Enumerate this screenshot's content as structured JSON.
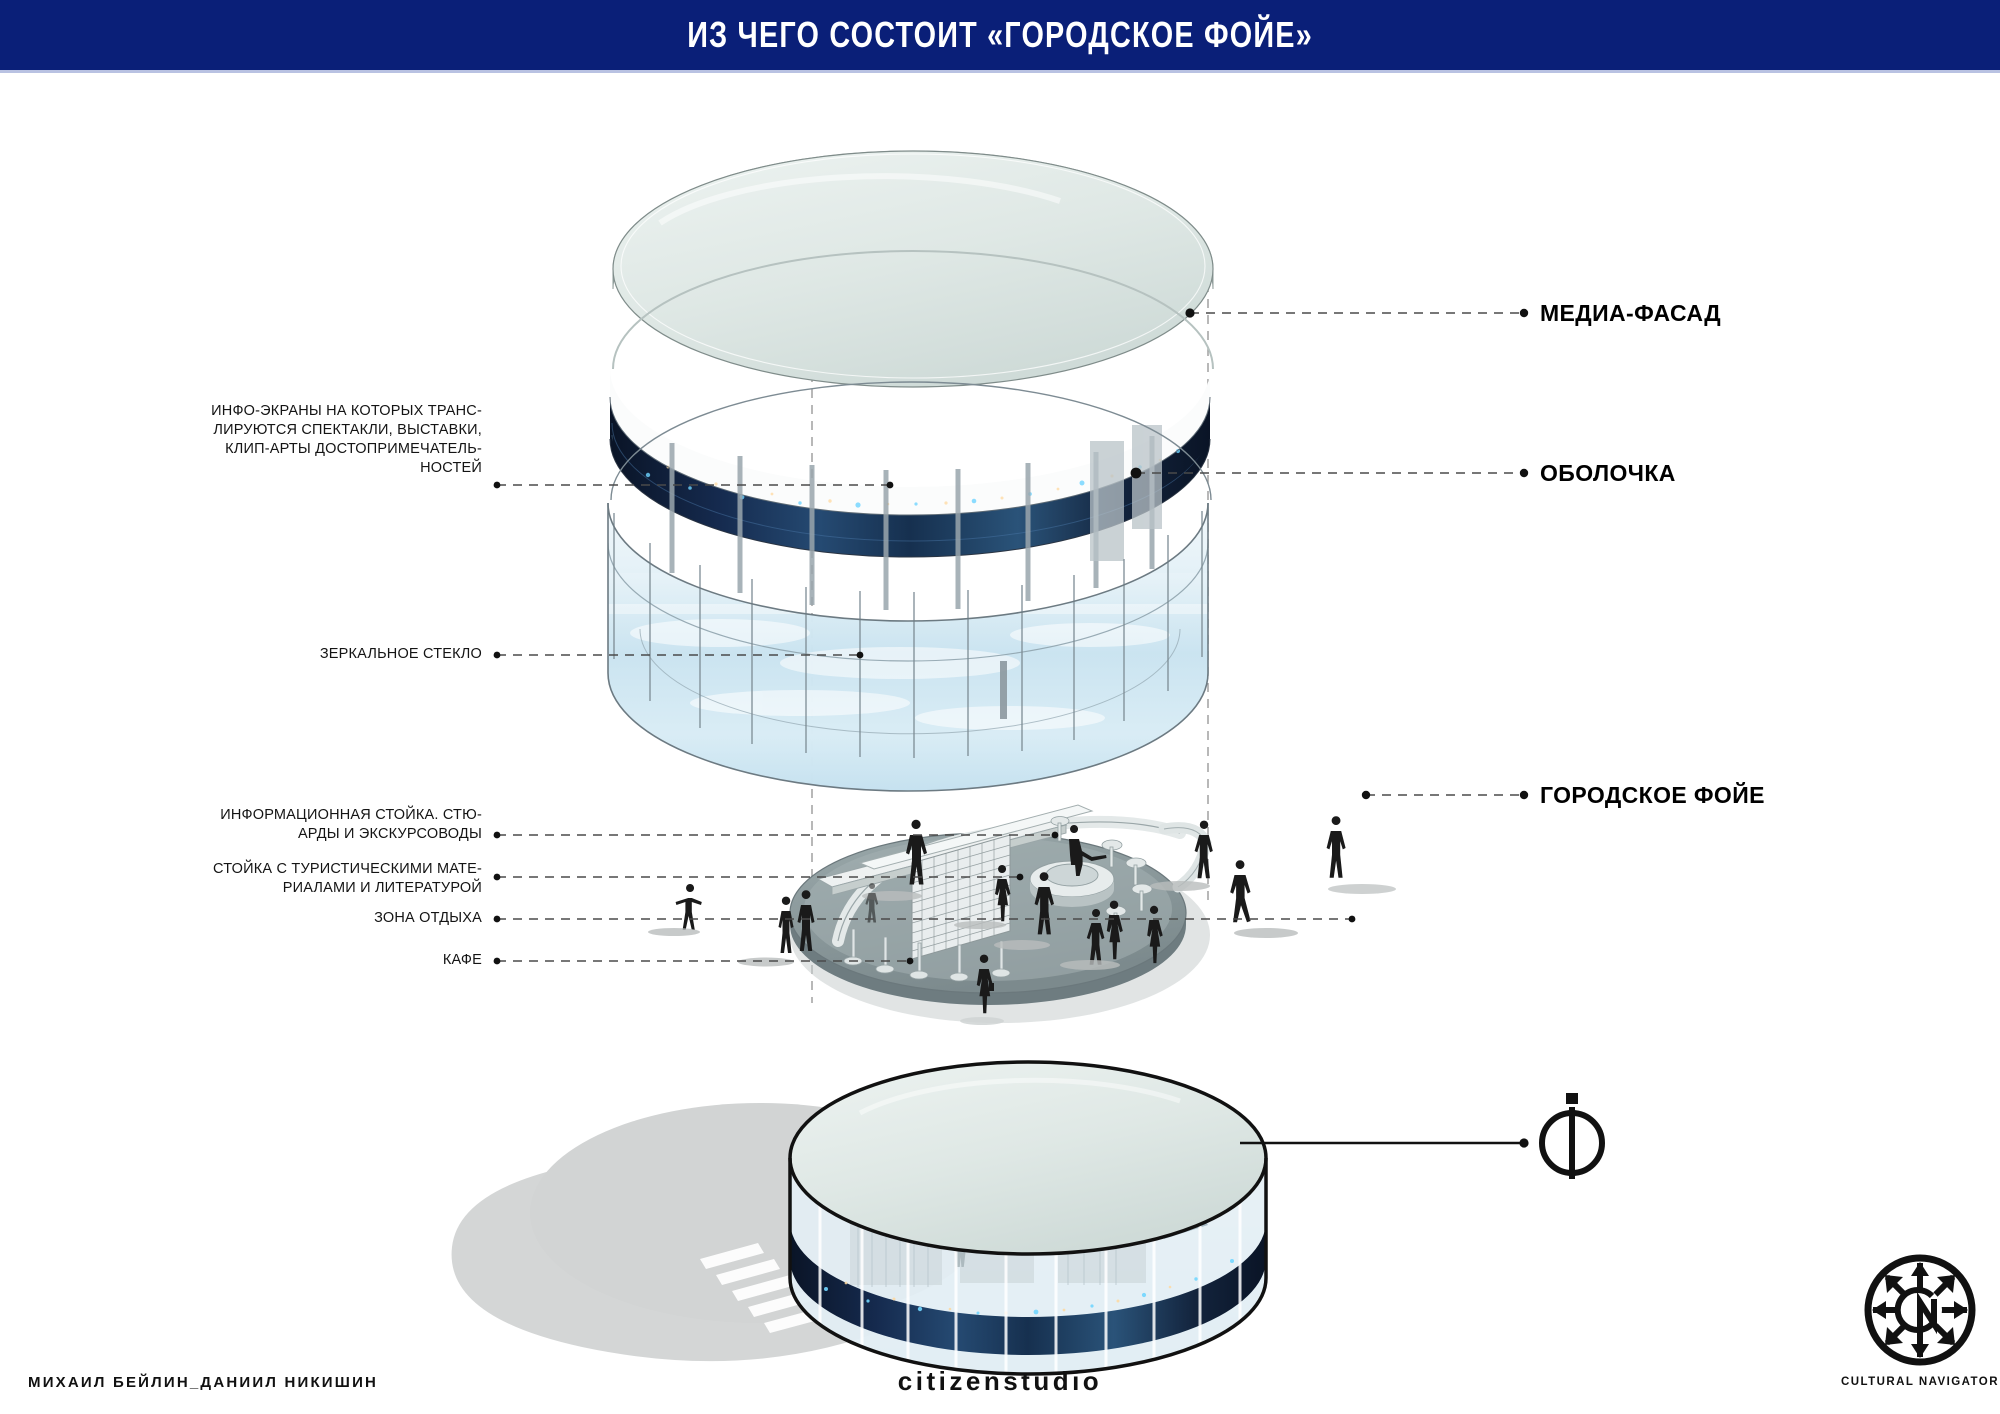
{
  "header": {
    "title": "ИЗ ЧЕГО СОСТОИТ «ГОРОДСКОЕ ФОЙЕ»",
    "bar_color": "#0a1f78",
    "title_color": "#ffffff"
  },
  "labels_left": [
    {
      "id": "info-screens",
      "text": "ИНФО-ЭКРАНЫ НА КОТОРЫХ ТРАНС-\nЛИРУЮТСЯ СПЕКТАКЛИ, ВЫСТАВКИ,\nКЛИП-АРТЫ ДОСТОПРИМЕЧАТЕЛЬ-\nНОСТЕЙ"
    },
    {
      "id": "mirror-glass",
      "text": "ЗЕРКАЛЬНОЕ СТЕКЛО"
    },
    {
      "id": "info-desk",
      "text": "ИНФОРМАЦИОННАЯ СТОЙКА. СТЮ-\nАРДЫ И ЭКСКУРСОВОДЫ"
    },
    {
      "id": "tourist-desk",
      "text": "СТОЙКА С ТУРИСТИЧЕСКИМИ МАТЕ-\nРИАЛАМИ И ЛИТЕРАТУРОЙ"
    },
    {
      "id": "rest-zone",
      "text": "ЗОНА ОТДЫХА"
    },
    {
      "id": "cafe",
      "text": "КАФЕ"
    }
  ],
  "labels_right": [
    {
      "id": "media-facade",
      "text": "МЕДИА-ФАСАД"
    },
    {
      "id": "shell",
      "text": "ОБОЛОЧКА"
    },
    {
      "id": "city-foyer",
      "text": "ГОРОДСКОЕ ФОЙЕ"
    }
  ],
  "footer": {
    "authors": "МИХАИЛ БЕЙЛИН_ДАНИИЛ НИКИШИН",
    "studio": "citizenstudio",
    "logo_caption": "CULTURAL NAVIGATOR",
    "logo_monogram": "CN"
  },
  "drawing": {
    "roof_fill": "#dde6e3",
    "glass_fill": "#cfe4ef",
    "media_band": "#0d1a36",
    "platform_fill": "#8d9b9e",
    "shadow_fill": "#d2d4d4",
    "outline": "#111111",
    "guide_color": "#9a9a9a",
    "section_marker": "phi-symbol"
  }
}
